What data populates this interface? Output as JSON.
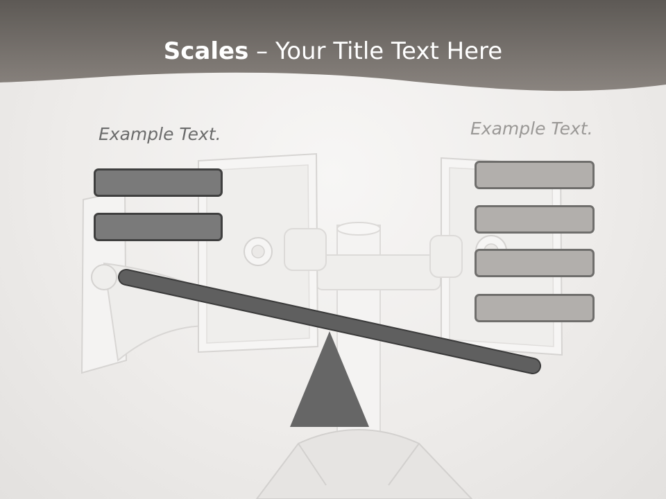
{
  "slide": {
    "title_bold": "Scales",
    "title_rest": " – Your Title Text Here",
    "left_caption": "Example Text.",
    "right_caption": "Example Text."
  },
  "colors": {
    "header": "#6e6a66",
    "left_box_fill": "#7a7a7a",
    "left_box_border": "#3f3f3f",
    "right_box_fill": "#b2afac",
    "right_box_border": "#6f6e6c",
    "beam": "#5f5f5f",
    "fulcrum": "#666666"
  },
  "left_boxes": [
    {
      "text": ""
    },
    {
      "text": ""
    }
  ],
  "right_boxes": [
    {
      "text": ""
    },
    {
      "text": ""
    },
    {
      "text": ""
    },
    {
      "text": ""
    }
  ]
}
